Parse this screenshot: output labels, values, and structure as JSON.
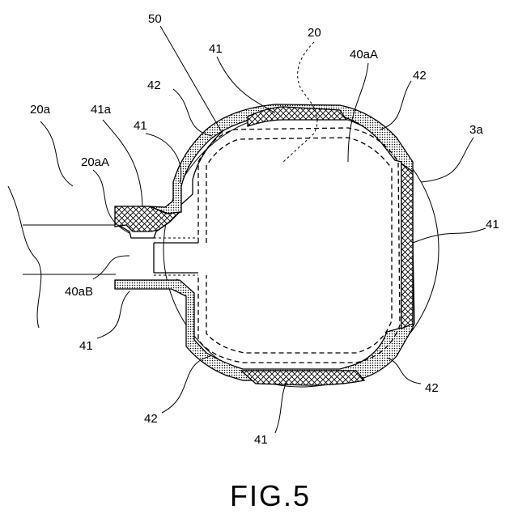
{
  "labels": {
    "l50": "50",
    "l20": "20",
    "l41_top": "41",
    "l40aA": "40aA",
    "l42_topleft": "42",
    "l42_topright": "42",
    "l20a": "20a",
    "l41a": "41a",
    "l41_left": "41",
    "l3a": "3a",
    "l20aA": "20aA",
    "l41_right": "41",
    "l40aB": "40aB",
    "l41_bottomleft": "41",
    "l42_bottomright": "42",
    "l42_bottomleft": "42",
    "l41_bottom": "41"
  },
  "caption": "FIG.5"
}
